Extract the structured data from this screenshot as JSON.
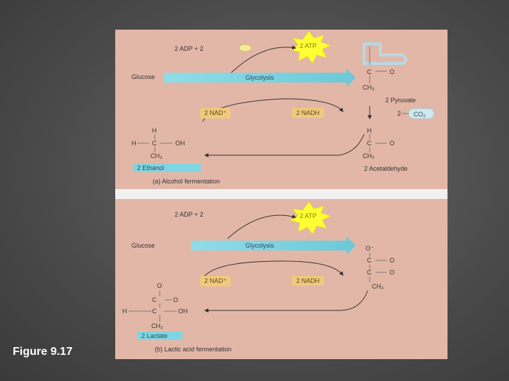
{
  "panel_a": {
    "adp": "2 ADP + 2",
    "atp": "2 ATP",
    "glucose": "Glucose",
    "glycolysis": "Glycolysis",
    "pyruvate": "2 Pyruvate",
    "nad_plus": "2 NAD⁺",
    "nadh": "2 NADH",
    "co2": "CO₂",
    "two": "2",
    "ethanol": "2 Ethanol",
    "acetaldehyde": "2 Acetaldehyde",
    "caption": "(a) Alcohol fermentation",
    "atom_c": "C",
    "atom_o": "O",
    "atom_h": "H",
    "atom_oh": "OH",
    "atom_ch3": "CH₃"
  },
  "panel_b": {
    "adp": "2 ADP + 2",
    "atp": "2 ATP",
    "glucose": "Glucose",
    "glycolysis": "Glycolysis",
    "nad_plus": "2 NAD⁺",
    "nadh": "2 NADH",
    "lactate": "2 Lactate",
    "caption": "(b) Lactic acid fermentation",
    "atom_c": "C",
    "atom_o": "O",
    "atom_o_minus": "O⁻",
    "atom_h": "H",
    "atom_oh": "OH",
    "atom_ch3": "CH₃"
  },
  "figure_label": "Figure 9.17",
  "colors": {
    "panel": "#e3b7a7",
    "cyan": "#7fd6e2",
    "nad": "#f1c97c",
    "atp": "#ffff33"
  }
}
